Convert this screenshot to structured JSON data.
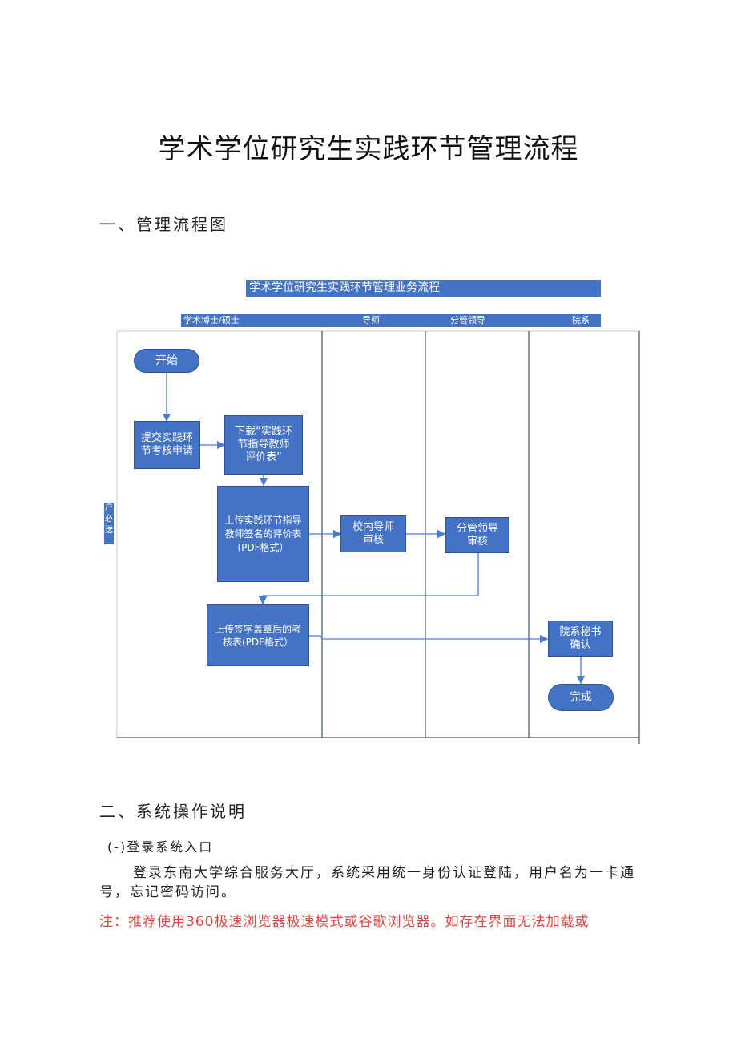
{
  "document": {
    "title": "学术学位研究生实践环节管理流程",
    "section1_heading": "一、管理流程图",
    "section2_heading": "二、系统操作说明",
    "subsection1": "(-)登录系统入口",
    "paragraph1": "登录东南大学综合服务大厅，系统采用统一身份认证登陆，用户名为一卡通号，忘记密码访问。",
    "note": "注：推荐使用360极速浏览器极速模式或谷歌浏览器。如存在界面无法加载或"
  },
  "flowchart": {
    "title": "学术学位研究生实践环节管理业务流程",
    "lanes": [
      "学术博士/硕士",
      "导师",
      "分管领导",
      "院系"
    ],
    "side_tab": "户 必 送",
    "nodes": {
      "start": "开始",
      "submit": "提交实践环节考核申请",
      "download": "下载“实践环节指导教师评价表”",
      "upload": "上传实践环节指导教师签名的评价表(PDF格式）",
      "advisor_review": "校内导师审核",
      "leader_review": "分管领导审核",
      "upload_stamped": "上传签字盖章后的考核表(PDF格式）",
      "secretary_confirm": "院系秘书确认",
      "finish": "完成"
    },
    "colors": {
      "node_fill": "#4472c4",
      "node_border": "#2f528f",
      "connector": "#4a7bd0",
      "lane_line": "#44546a"
    }
  }
}
